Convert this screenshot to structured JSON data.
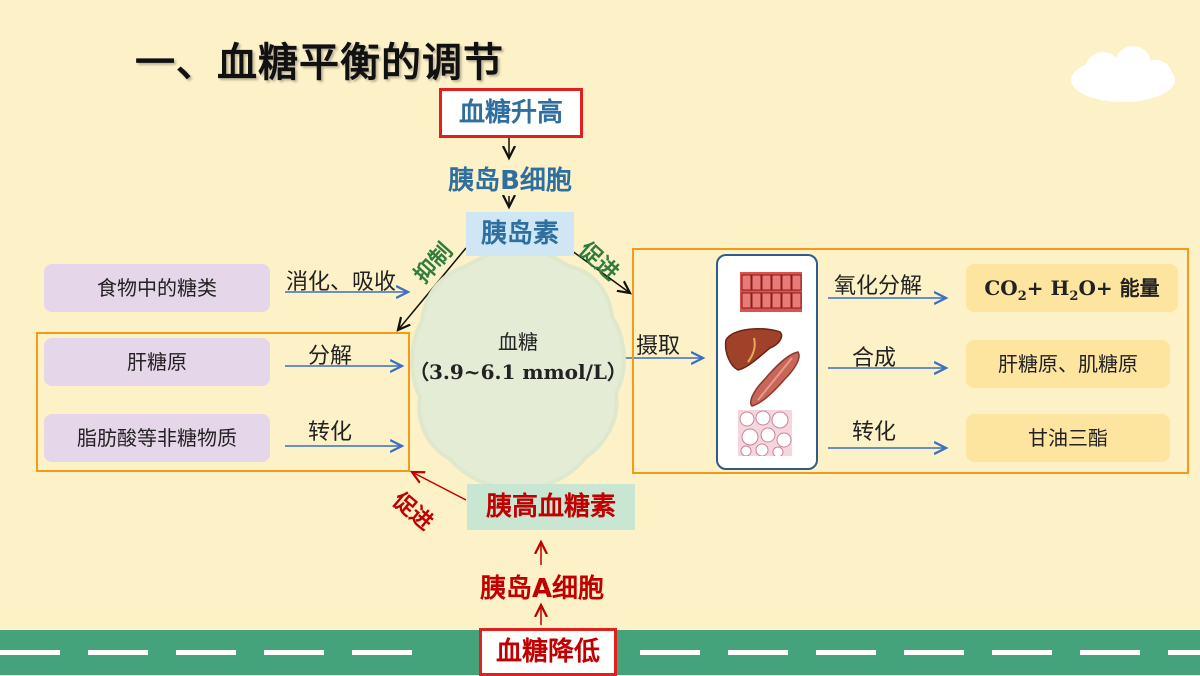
{
  "title": "一、血糖平衡的调节",
  "top": {
    "trigger": "血糖升高",
    "cell": "胰岛B细胞",
    "hormone": "胰岛素"
  },
  "bottom": {
    "trigger": "血糖降低",
    "cell": "胰岛A细胞",
    "hormone": "胰高血糖素"
  },
  "center": {
    "name": "血糖",
    "range": "（3.9~6.1 mmol/L）"
  },
  "sources": {
    "food": "食物中的糖类",
    "food_process": "消化、吸收",
    "glycogen": "肝糖原",
    "glycogen_process": "分解",
    "nonsugar": "脂肪酸等非糖物质",
    "nonsugar_process": "转化"
  },
  "effects": {
    "inhibit": "抑制",
    "promote_insulin": "促进",
    "promote_glucagon": "促进",
    "uptake": "摄取"
  },
  "outcomes": [
    {
      "process": "氧化分解",
      "result": [
        "CO",
        "2",
        "+ H",
        "2",
        "O+ 能量"
      ]
    },
    {
      "process": "合成",
      "result_text": "肝糖原、肌糖原"
    },
    {
      "process": "转化",
      "result_text": "甘油三酯"
    }
  ],
  "icons": [
    "cell-tissue-icon",
    "liver-icon",
    "muscle-icon",
    "fat-tissue-icon"
  ],
  "colors": {
    "blue": "#2f6fa0",
    "red": "#c00000",
    "orange": "#f49a1a",
    "green": "#45a37c"
  }
}
